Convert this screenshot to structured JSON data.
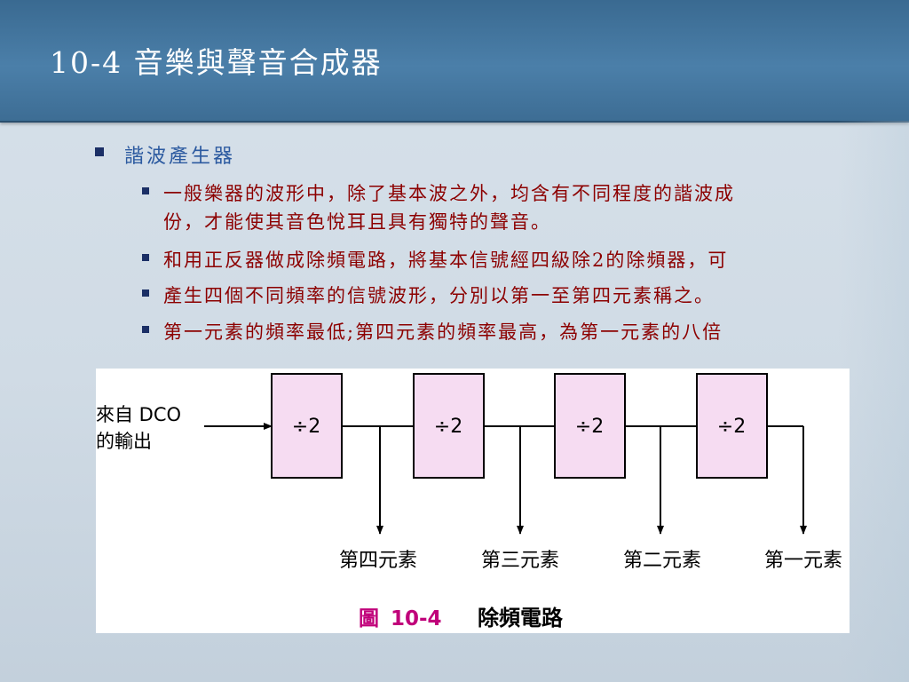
{
  "slide": {
    "title": "10-4  音樂與聲音合成器",
    "bullet_main": "諧波產生器",
    "sub_bullets": [
      {
        "line1": "一般樂器的波形中，除了基本波之外，均含有不同程度的諧波成",
        "line2": "份，才能使其音色悅耳且具有獨特的聲音。"
      },
      {
        "line1": "和用正反器做成除頻電路，將基本信號經四級除2的除頻器，可"
      },
      {
        "line1": "產生四個不同頻率的信號波形，分別以第一至第四元素稱之。"
      },
      {
        "line1": "第一元素的頻率最低;第四元素的頻率最高，為第一元素的八倍"
      }
    ]
  },
  "diagram": {
    "input_label_line1": "來自 DCO",
    "input_label_line2": "的輸出",
    "divider_label": "÷2",
    "outputs": [
      "第四元素",
      "第三元素",
      "第二元素",
      "第一元素"
    ],
    "caption_prefix": "圖",
    "caption_number": "10-4",
    "caption_text": "除頻電路",
    "colors": {
      "box_fill": "#f6dcf2",
      "caption_accent": "#c0007a"
    }
  }
}
